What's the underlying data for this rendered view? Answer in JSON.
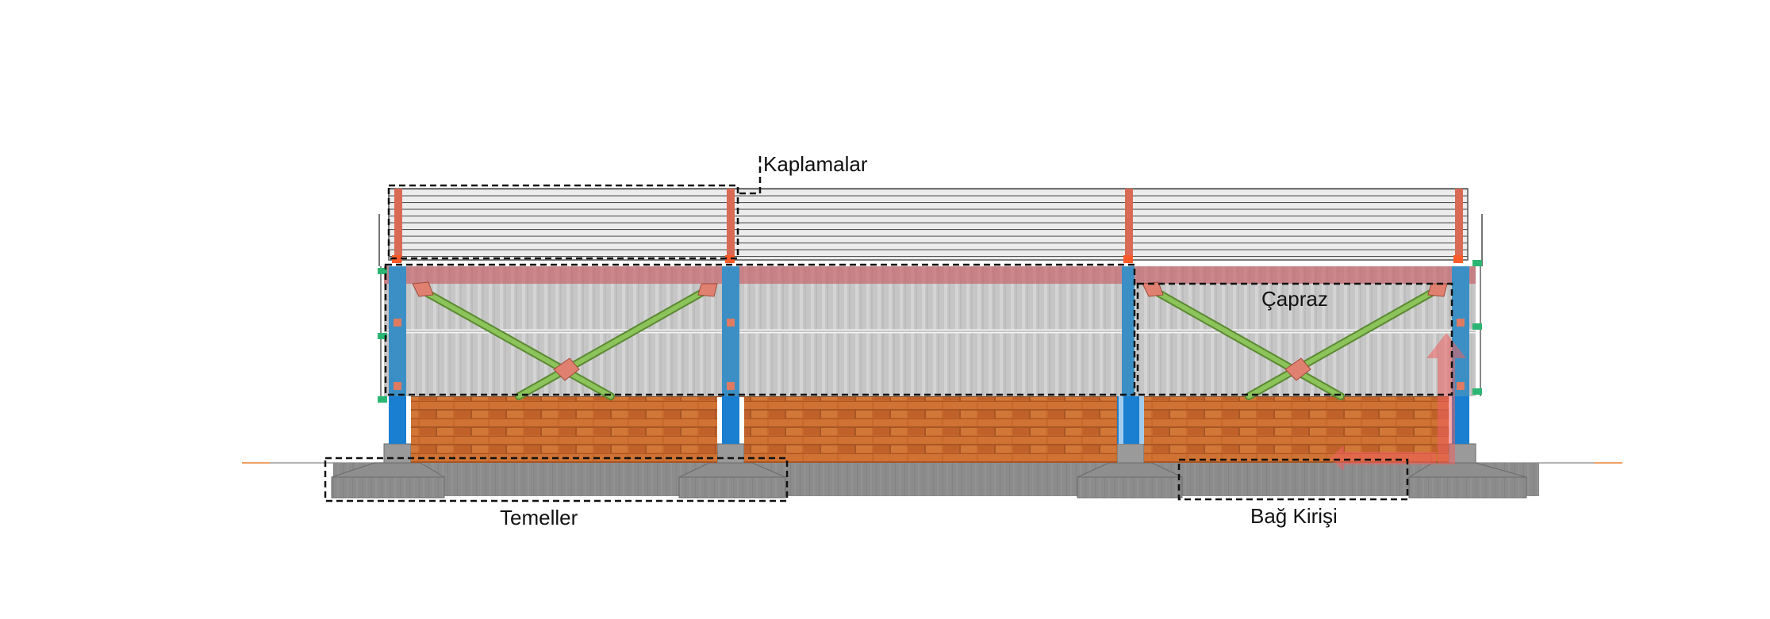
{
  "labels": {
    "cladding": "Kaplamalar",
    "bracing": "Çapraz",
    "foundations": "Temeller",
    "tie_beam": "Bağ Kirişi"
  },
  "colors": {
    "cladding_line": "#555555",
    "cladding_fill": "#e9e9e9",
    "purlin_post": "#d96a55",
    "top_beam": "#c55a60",
    "column": "#3b8fc4",
    "wall_panel": "#c4c4c4",
    "brace": "#7ab24a",
    "gusset": "#e08070",
    "brick": "#c8682c",
    "foundation": "#8a8a8a",
    "connector": "#2bb673",
    "ground_line": "#f0a060",
    "load_arrow": "#f06060",
    "callout_frame": "#111111"
  },
  "icons": {
    "load_arrow": "up-arrow-icon"
  }
}
